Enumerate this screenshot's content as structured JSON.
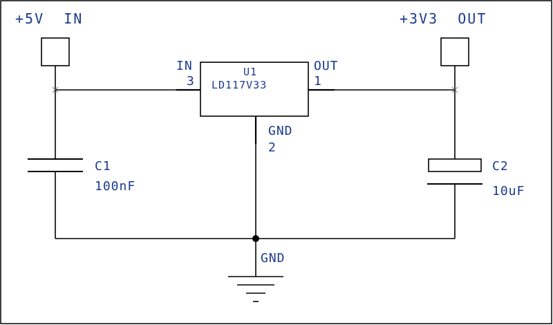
{
  "labels": {
    "vin_port": "+5V  IN",
    "vout_port": "+3V3  OUT",
    "u1_ref": "U1",
    "u1_value": "LD117V33",
    "pin_in_name": "IN",
    "pin_in_num": "3",
    "pin_out_name": "OUT",
    "pin_out_num": "1",
    "pin_gnd_name": "GND",
    "pin_gnd_num": "2",
    "c1_ref": "C1",
    "c1_value": "100nF",
    "c2_ref": "C2",
    "c2_value": "10uF",
    "gnd_net": "GND"
  },
  "colors": {
    "text": "#1a3a8f",
    "wire": "#000000"
  }
}
